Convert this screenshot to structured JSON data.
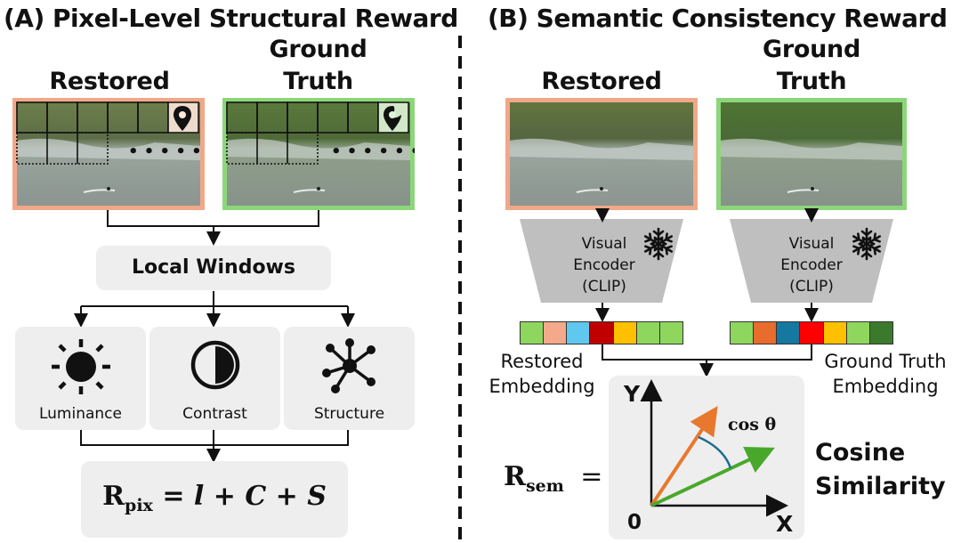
{
  "panel_a": {
    "title": "(A) Pixel-Level Structural Reward",
    "restored_label": "Restored",
    "gt_label_1": "Ground",
    "gt_label_2": "Truth",
    "dots": "••••••",
    "local_windows": "Local Windows",
    "luminance": "Luminance",
    "contrast": "Contrast",
    "structure": "Structure",
    "formula_r": "R",
    "formula_sub": "pix",
    "formula_rest": "= l + C + S"
  },
  "panel_b": {
    "title": "(B) Semantic Consistency Reward",
    "restored_label": "Restored",
    "gt_label_1": "Ground",
    "gt_label_2": "Truth",
    "encoder_line1": "Visual",
    "encoder_line2": "Encoder",
    "encoder_line3": "(CLIP)",
    "restored_emb_1": "Restored",
    "restored_emb_2": "Embedding",
    "gt_emb_1": "Ground Truth",
    "gt_emb_2": "Embedding",
    "formula_r": "R",
    "formula_sub": "sem",
    "formula_eq": "=",
    "cos_label": "cos θ",
    "axis_y": "Y",
    "axis_x": "X",
    "origin": "0",
    "cosine_1": "Cosine",
    "cosine_2": "Similarity"
  },
  "colors": {
    "restored_frame": "#f0a888",
    "gt_frame": "#8cd67a",
    "restored_vec": "#e8782e",
    "gt_vec": "#49a82b",
    "angle_arc": "#1e6f8f",
    "restored_embedding": [
      "#8fd65f",
      "#f3a98a",
      "#5fc8ee",
      "#c00000",
      "#ffc000",
      "#8fd65f",
      "#8fd65f"
    ],
    "gt_embedding": [
      "#8fd65f",
      "#e86c2c",
      "#1478a0",
      "#ff0000",
      "#ffc000",
      "#8fd65f",
      "#3b7a2c"
    ]
  }
}
